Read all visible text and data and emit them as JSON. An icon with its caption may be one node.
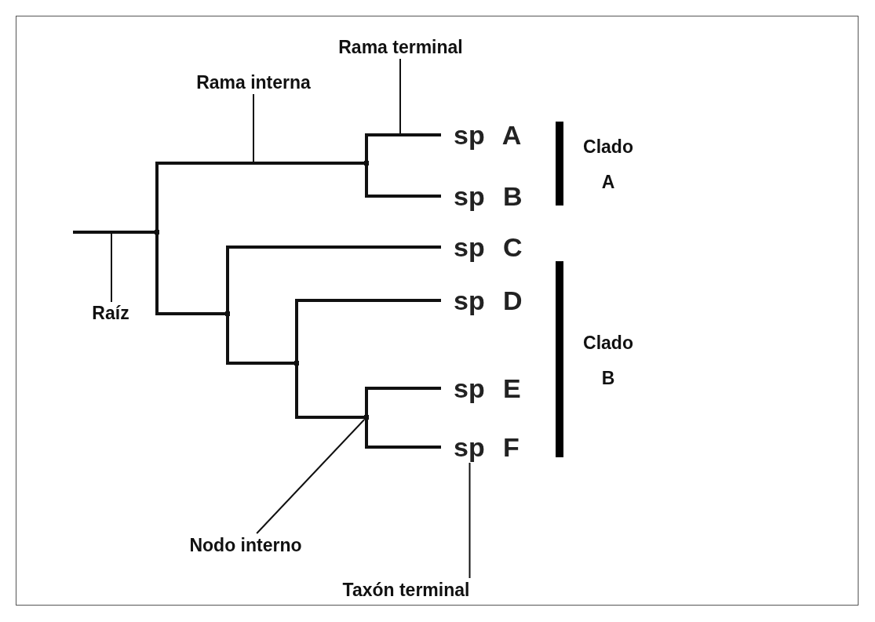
{
  "diagram": {
    "nodes": [
      {
        "text": [
          "Rama terminal"
        ]
      },
      {
        "text": [
          "Rama interna"
        ]
      },
      {
        "text": [
          "sp A"
        ]
      },
      {
        "text": [
          "sp B"
        ]
      },
      {
        "text": [
          "sp C"
        ]
      },
      {
        "text": [
          "sp D"
        ]
      },
      {
        "text": [
          "sp E"
        ]
      },
      {
        "text": [
          "sp F"
        ]
      },
      {
        "text": [
          "Raíz"
        ]
      },
      {
        "text": [
          "Nodo interno"
        ]
      },
      {
        "text": [
          "Taxón terminal"
        ]
      },
      {
        "text": [],
        "shape": "point"
      },
      {
        "text": [],
        "shape": "point"
      },
      {
        "text": [],
        "shape": "point"
      },
      {
        "text": [],
        "shape": "point"
      },
      {
        "text": [],
        "shape": "point"
      }
    ],
    "edges": [
      {
        "from": null,
        "to": 11,
        "arrow": "none"
      },
      {
        "from": 11,
        "to": 12,
        "arrow": "none"
      },
      {
        "from": 11,
        "to": 13,
        "arrow": "none"
      },
      {
        "from": 12,
        "to": 2,
        "arrow": "none"
      },
      {
        "from": 12,
        "to": 3,
        "arrow": "none"
      },
      {
        "from": 13,
        "to": 4,
        "arrow": "none"
      },
      {
        "from": 13,
        "to": 14,
        "arrow": "none"
      },
      {
        "from": 14,
        "to": 5,
        "arrow": "none"
      },
      {
        "from": 14,
        "to": 15,
        "arrow": "none"
      },
      {
        "from": 15,
        "to": 6,
        "arrow": "none"
      },
      {
        "from": 15,
        "to": 7,
        "arrow": "none"
      },
      {
        "from": 0,
        "to": null,
        "arrow": "none"
      },
      {
        "from": 1,
        "to": null,
        "arrow": "none"
      },
      {
        "from": 8,
        "to": null,
        "arrow": "none"
      },
      {
        "from": 9,
        "to": 15,
        "arrow": "none"
      },
      {
        "from": 10,
        "to": 7,
        "arrow": "none"
      }
    ],
    "labels": [
      "Clado A",
      "Clado B"
    ]
  }
}
